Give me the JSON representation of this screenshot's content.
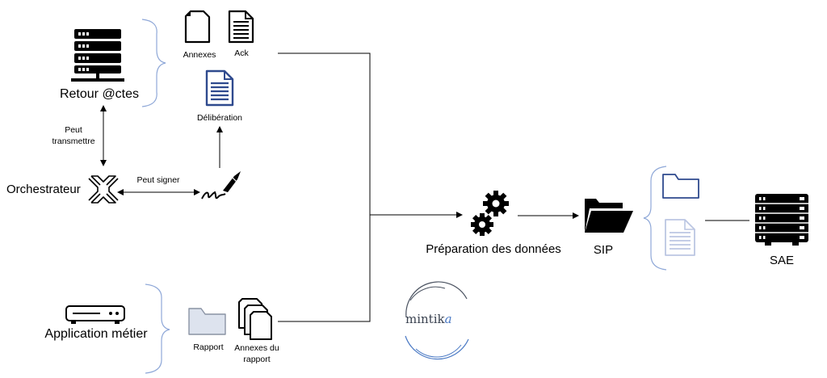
{
  "nodes": {
    "retour": "Retour @ctes",
    "annexes": "Annexes",
    "ack": "Ack",
    "deliberation": "Délibération",
    "orchestrateur": "Orchestrateur",
    "application": "Application métier",
    "rapport": "Rapport",
    "annexes_rapport_1": "Annexes du",
    "annexes_rapport_2": "rapport",
    "preparation": "Préparation des données",
    "sip": "SIP",
    "sae": "SAE"
  },
  "edges": {
    "peut_transmettre_1": "Peut",
    "peut_transmettre_2": "transmettre",
    "peut_signer": "Peut signer"
  },
  "logo": {
    "text_main": "mintik",
    "text_accent": "a"
  },
  "colors": {
    "bracket": "#8fa8d8",
    "accent_blue": "#2f4a8e",
    "folder_fill": "#dde3ee",
    "line": "#000000"
  }
}
